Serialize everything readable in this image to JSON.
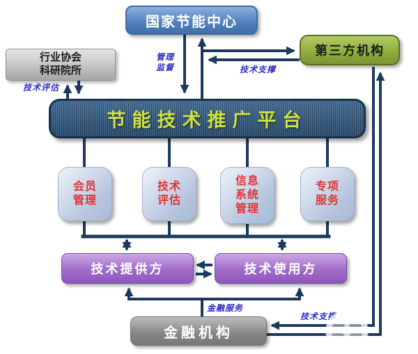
{
  "diagram": {
    "nodes": {
      "national_center": {
        "label": "国家节能中心"
      },
      "third_party": {
        "label": "第三方机构"
      },
      "industry": {
        "line1": "行业协会",
        "line2": "科研院所"
      },
      "platform": {
        "label": "节能技术推广平台"
      },
      "member_mgmt": {
        "line1": "会员",
        "line2": "管理"
      },
      "tech_eval": {
        "line1": "技术",
        "line2": "评估"
      },
      "info_system": {
        "line1": "信息",
        "line2": "系统",
        "line3": "管理"
      },
      "special_service": {
        "line1": "专项",
        "line2": "服务"
      },
      "tech_provider": {
        "label": "技术提供方"
      },
      "tech_user": {
        "label": "技术使用方"
      },
      "financial": {
        "label": "金融机构"
      }
    },
    "edge_labels": {
      "supervise_line1": "管理",
      "supervise_line2": "监督",
      "tech_support_top": "技术支撑",
      "tech_eval_left": "技术评估",
      "financial_service": "金融服务",
      "tech_support_bottom": "技术支撑"
    },
    "colors": {
      "line": "#1c3a5e",
      "edge_label_text": "#2929c6",
      "national_fill": "#5b8dc8",
      "third_party_fill": "#8fae3d",
      "industry_fill": "#c0c0c0",
      "platform_fill": "#345a7c",
      "platform_text": "#cde23e",
      "function_fill": "#c5d2e6",
      "function_text": "#e03333",
      "provider_user_fill": "#a06cc8",
      "financial_fill": "#909090"
    }
  }
}
